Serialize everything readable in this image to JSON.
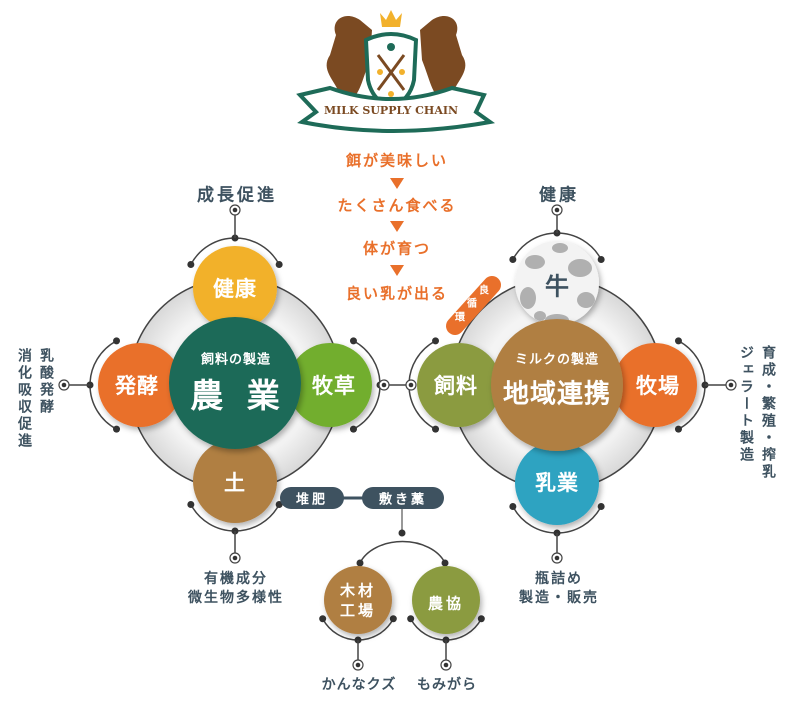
{
  "logo": {
    "text": "MILK SUPPLY CHAIN"
  },
  "colors": {
    "yellow": "#f2b12c",
    "orange": "#e9702b",
    "green": "#72ae2e",
    "brown": "#b07f43",
    "dark_green": "#1e6b58",
    "olive": "#8b9b3f",
    "blue": "#2ea3c1",
    "slate": "#3e5260"
  },
  "flow": {
    "steps": [
      "餌が美味しい",
      "たくさん食べる",
      "体が育つ",
      "良い乳が出る"
    ]
  },
  "cycle_badge": {
    "chars": [
      "環",
      "循",
      "良"
    ]
  },
  "left": {
    "center_sub": "飼料の製造",
    "center_title": "農 業",
    "top": "健康",
    "left": "発酵",
    "right": "牧草",
    "bottom": "土",
    "top_label": "成長促進",
    "left_label_1": "乳酸発酵",
    "left_label_2": "消化吸収促進",
    "bottom_label_1": "有機成分",
    "bottom_label_2": "微生物多様性"
  },
  "right": {
    "center_sub": "ミルクの製造",
    "center_title": "地域連携",
    "top": "牛",
    "left": "飼料",
    "right": "牧場",
    "bottom": "乳業",
    "top_label": "健康",
    "right_label_1": "育成・繁殖・搾乳",
    "right_label_2": "ジェラート製造",
    "bottom_label_1": "瓶詰め",
    "bottom_label_2": "製造・販売"
  },
  "bottom": {
    "pill_1": "堆肥",
    "pill_2": "敷き藁",
    "node_1_line1": "木材",
    "node_1_line2": "工場",
    "node_2": "農協",
    "node_1_label": "かんなクズ",
    "node_2_label": "もみがら"
  }
}
